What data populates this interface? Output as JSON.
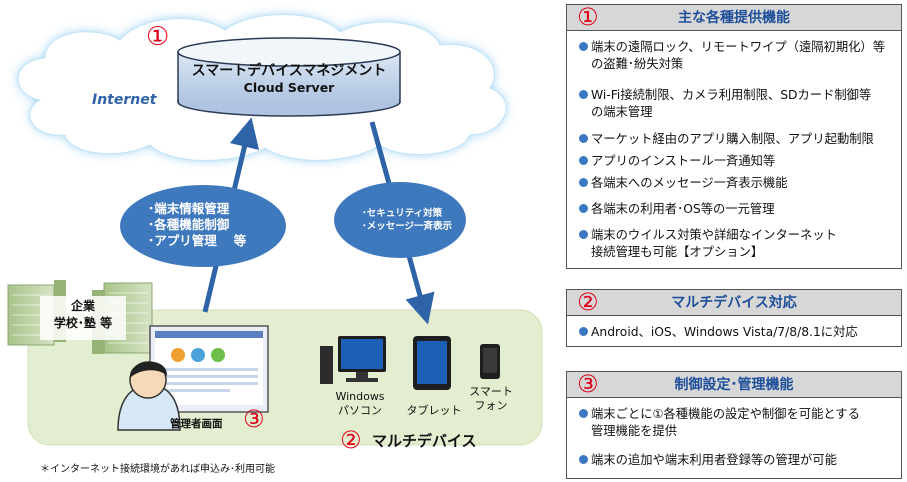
{
  "cloud": {
    "internet_label": "Internet",
    "number": "①",
    "server_title": "スマートデバイスマネジメント",
    "server_subtitle": "Cloud Server"
  },
  "left_bubble": {
    "lines": [
      "･端末情報管理",
      "･各種機能制御",
      "･アプリ管理　 等"
    ]
  },
  "right_bubble": {
    "lines": [
      "･セキュリティ対策",
      "･メッセージ一斉表示"
    ]
  },
  "building": {
    "lines": [
      "企業",
      "学校･塾 等"
    ]
  },
  "admin": {
    "label": "管理者画面",
    "number": "③"
  },
  "devices": {
    "windows": [
      "Windows",
      "パソコン"
    ],
    "tablet": "タブレット",
    "smartphone": [
      "スマート",
      "フォン"
    ],
    "number": "②",
    "label": "マルチデバイス"
  },
  "footnote": "＊インターネット接続環境があれば申込み･利用可能",
  "panels": [
    {
      "number": "①",
      "title": "主な各種提供機能",
      "items": [
        [
          "端末の遠隔ロック、リモートワイプ（遠隔初期化）等",
          "の盗難･紛失対策"
        ],
        [
          "Wi-Fi接続制限、カメラ利用制限、SDカード制御等",
          "の端末管理"
        ],
        [
          "マーケット経由のアプリ購入制限、アプリ起動制限"
        ],
        [
          "アプリのインストール一斉通知等"
        ],
        [
          "各端末へのメッセージ一斉表示機能"
        ],
        [
          "各端末の利用者･OS等の一元管理"
        ],
        [
          "端末のウイルス対策や詳細なインターネット",
          "接続管理も可能【オプション】"
        ]
      ]
    },
    {
      "number": "②",
      "title": "マルチデバイス対応",
      "items": [
        [
          "Android、iOS、Windows Vista/7/8/8.1に対応"
        ]
      ]
    },
    {
      "number": "③",
      "title": "制御設定･管理機能",
      "items": [
        [
          "端末ごとに①各種機能の設定や制御を可能とする",
          "管理機能を提供"
        ],
        [
          "端末の追加や端末利用者登録等の管理が可能"
        ]
      ]
    }
  ],
  "colors": {
    "accent_blue": "#1f4f9a",
    "number_red": "#e0001a",
    "bubble_blue": "#3f79bd",
    "arrow_blue": "#2f63a8",
    "green_area": "#e3edcf"
  }
}
